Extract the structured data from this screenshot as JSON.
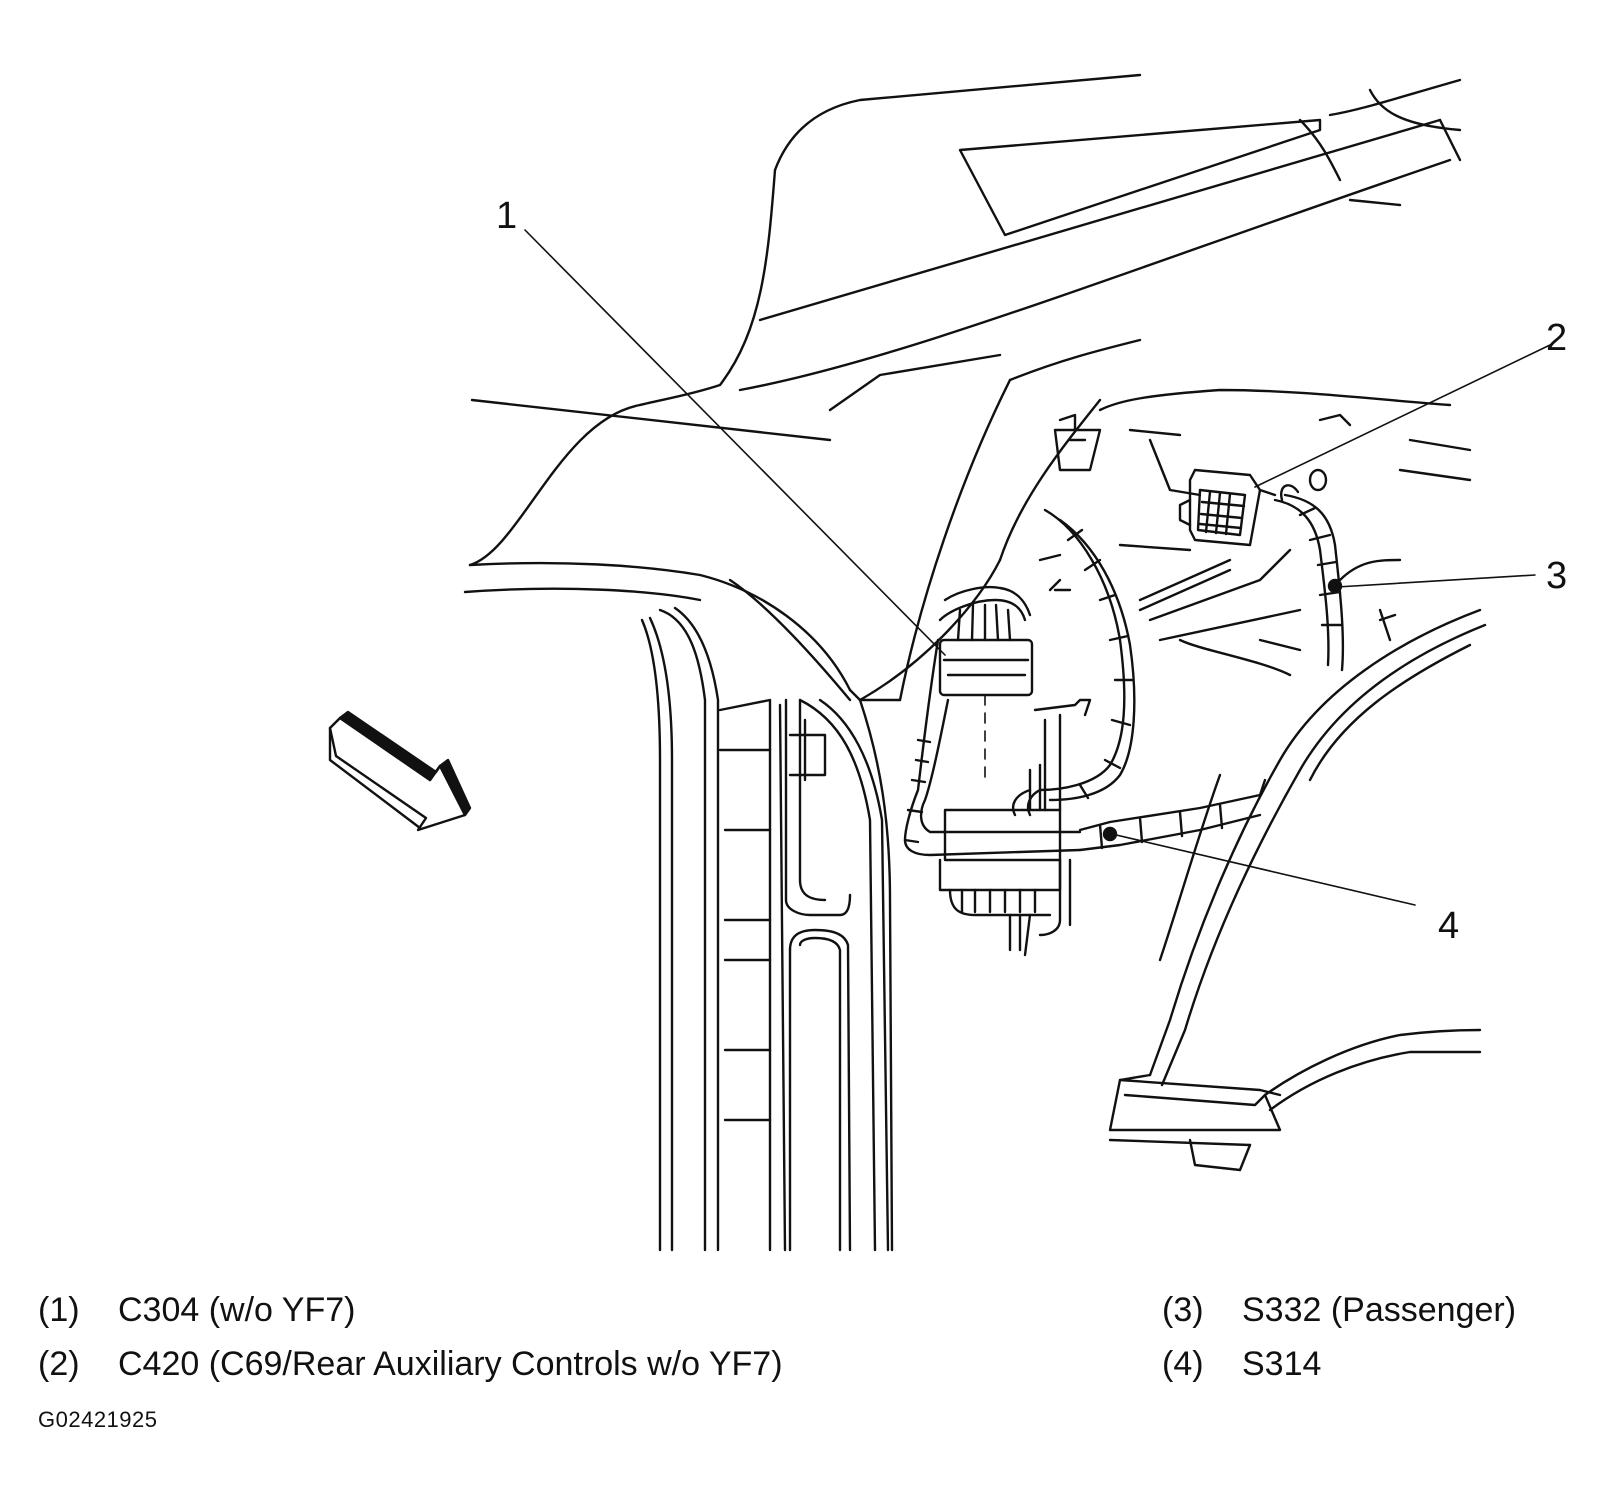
{
  "callouts": [
    {
      "num": "1"
    },
    {
      "num": "2"
    },
    {
      "num": "3"
    },
    {
      "num": "4"
    }
  ],
  "legend": [
    {
      "num": "(1)",
      "text": "C304 (w/o YF7)"
    },
    {
      "num": "(2)",
      "text": "C420 (C69/Rear Auxiliary Controls w/o YF7)"
    },
    {
      "num": "(3)",
      "text": "S332 (Passenger)"
    },
    {
      "num": "(4)",
      "text": "S314"
    }
  ],
  "figure_id": "G02421925",
  "icons": {
    "view_direction": "view-direction-arrow-icon"
  },
  "colors": {
    "ink": "#111111",
    "background": "#ffffff"
  }
}
